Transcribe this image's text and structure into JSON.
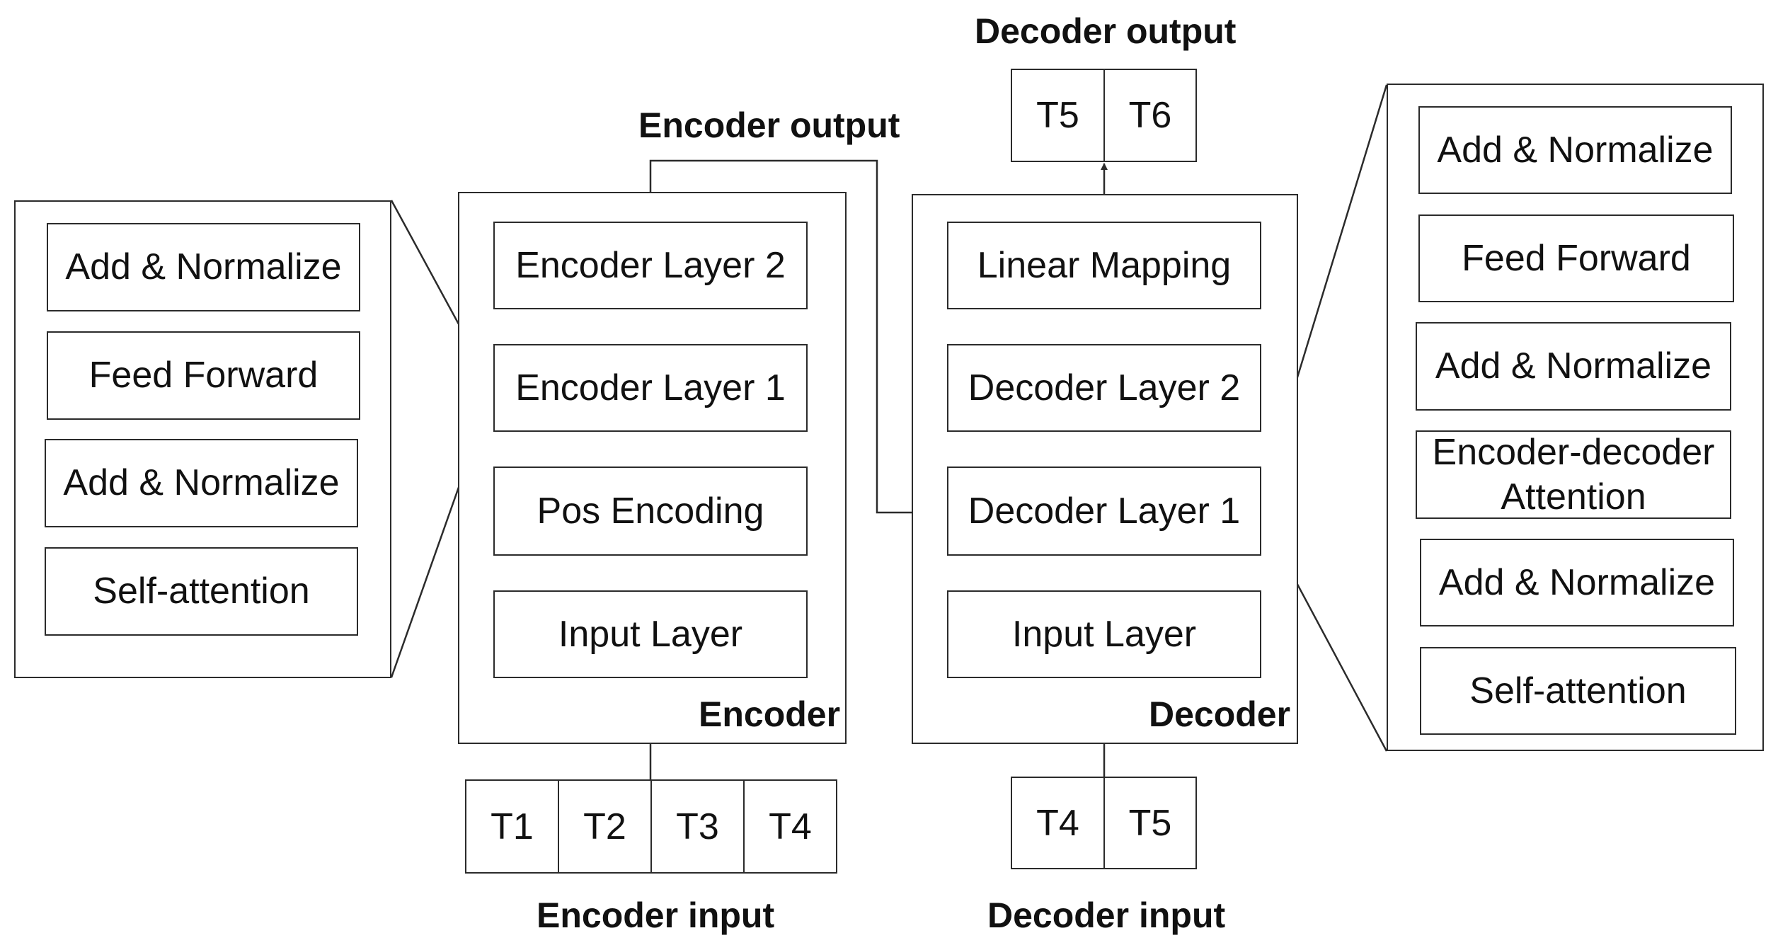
{
  "labels": {
    "decoder_output": "Decoder output",
    "encoder_output": "Encoder output",
    "encoder_input": "Encoder input",
    "decoder_input": "Decoder input"
  },
  "encoder": {
    "title": "Encoder",
    "layers": [
      "Encoder Layer 2",
      "Encoder Layer 1",
      "Pos Encoding",
      "Input Layer"
    ]
  },
  "decoder": {
    "title": "Decoder",
    "layers": [
      "Linear Mapping",
      "Decoder Layer 2",
      "Decoder Layer 1",
      "Input Layer"
    ]
  },
  "encoder_layer_detail": [
    "Add & Normalize",
    "Feed Forward",
    "Add & Normalize",
    "Self-attention"
  ],
  "decoder_layer_detail": [
    "Add & Normalize",
    "Feed Forward",
    "Add & Normalize",
    "Encoder-decoder Attention",
    "Add & Normalize",
    "Self-attention"
  ],
  "tokens": {
    "encoder_input": [
      "T1",
      "T2",
      "T3",
      "T4"
    ],
    "decoder_input": [
      "T4",
      "T5"
    ],
    "decoder_output": [
      "T5",
      "T6"
    ]
  },
  "colors": {
    "stroke": "#2b2b2b",
    "background": "#ffffff",
    "text": "#111111"
  }
}
